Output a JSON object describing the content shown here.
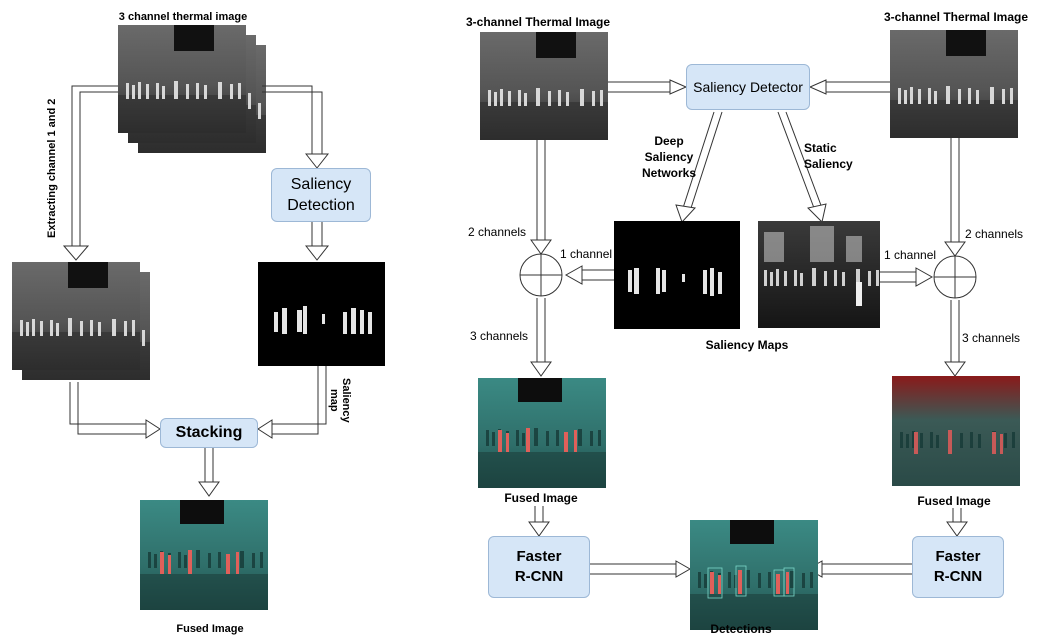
{
  "left": {
    "input_title": "3 channel thermal image",
    "extract_label": "Extracting channel 1 and 2",
    "saliency_box": "Saliency\nDetection",
    "saliency_map_label": "Saliency\nmap",
    "stacking_box": "Stacking",
    "fused_caption": "Fused Image"
  },
  "right": {
    "input_left_title": "3-channel Thermal Image",
    "input_right_title": "3-channel Thermal Image",
    "saliency_detector_box": "Saliency Detector",
    "deep_label": "Deep\nSaliency\nNetworks",
    "static_label": "Static\nSaliency",
    "left_two_channels": "2 channels",
    "right_two_channels": "2 channels",
    "left_one_channel": "1 channel",
    "right_one_channel": "1 channel",
    "left_three_channels": "3 channels",
    "right_three_channels": "3 channels",
    "saliency_maps_caption": "Saliency Maps",
    "left_fused_caption": "Fused Image",
    "right_fused_caption": "Fused Image",
    "left_rcnn_box": "Faster\nR-CNN",
    "right_rcnn_box": "Faster\nR-CNN",
    "detections_caption": "Detections"
  },
  "colors": {
    "box_fill": "#d6e6f7",
    "box_border": "#9db8d6",
    "fused_teal": "#2f6f6a",
    "person_red": "#e0605a"
  }
}
